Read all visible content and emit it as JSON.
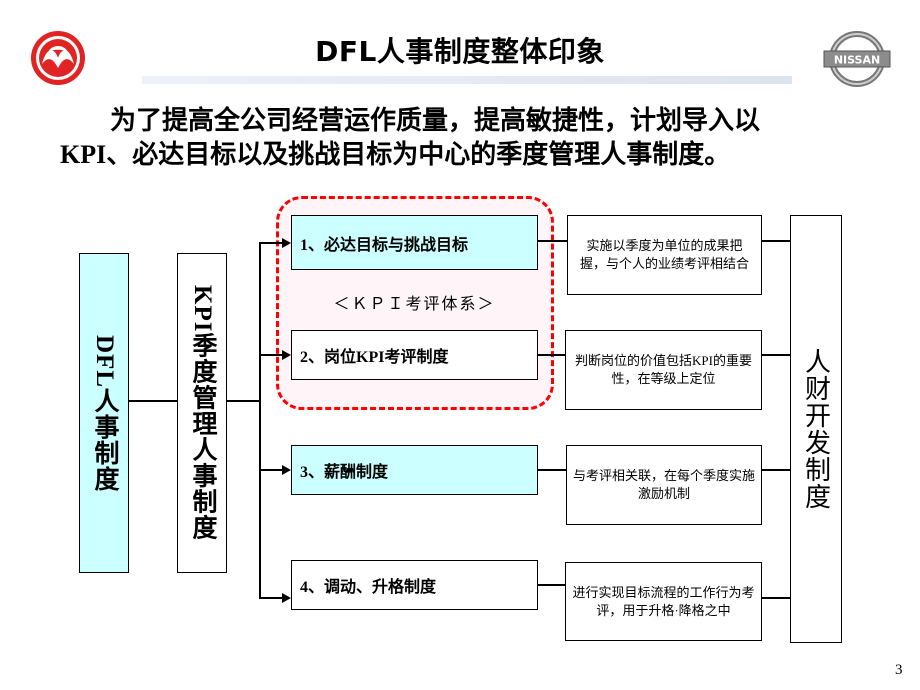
{
  "title": "DFL人事制度整体印象",
  "intro": {
    "line1": "为了提高全公司经营运作质量，提高敏捷性，计划导入以",
    "line2": "KPI、必达目标以及挑战目标为中心的季度管理人事制度。"
  },
  "diagram": {
    "root": "DFL人事制度",
    "branch": "KPI季度管理人事制度",
    "right_label": "人财开发制度",
    "kpi_system_label": "＜ＫＰＩ考评体系＞",
    "items": [
      {
        "label": "1、必达目标与挑战目标",
        "description": "实施以季度为单位的成果把握，与个人的业绩考评相结合"
      },
      {
        "label": "2、岗位KPI考评制度",
        "description": "判断岗位的价值包括KPI的重要性，在等级上定位"
      },
      {
        "label": "3、薪酬制度",
        "description": "与考评相关联，在每个季度实施激励机制"
      },
      {
        "label": "4、调动、升格制度",
        "description": "进行实现目标流程的工作行为考评，用于升格·降格之中"
      }
    ]
  },
  "logos": {
    "right_text": "NISSAN"
  },
  "colors": {
    "accent_box": "#ccffff",
    "highlight_border": "#ff0000"
  },
  "page_number": "3"
}
